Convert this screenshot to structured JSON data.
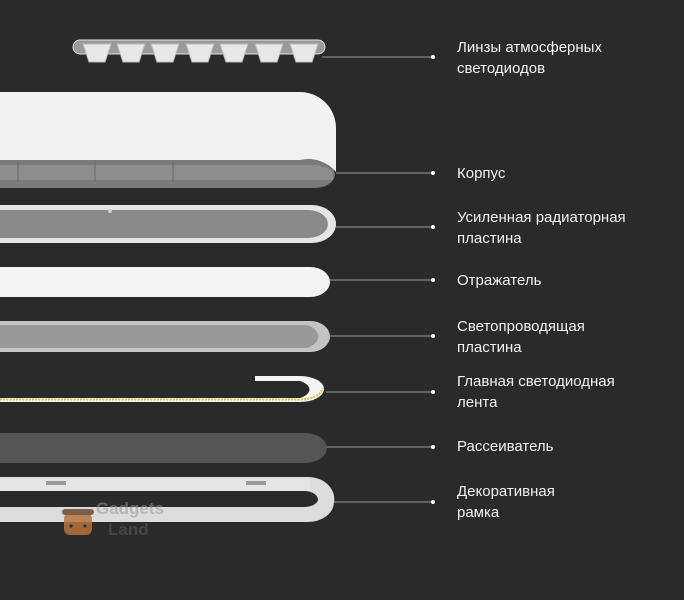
{
  "labels": [
    {
      "line1": "Линзы атмосферных",
      "line2": "светодиодов"
    },
    {
      "line1": "Корпус",
      "line2": ""
    },
    {
      "line1": "Усиленная радиаторная",
      "line2": "пластина"
    },
    {
      "line1": "Отражатель",
      "line2": ""
    },
    {
      "line1": "Светопроводящая",
      "line2": "пластина"
    },
    {
      "line1": "Главная светодиодная",
      "line2": "лента"
    },
    {
      "line1": "Рассеиватель",
      "line2": ""
    },
    {
      "line1": "Декоративная",
      "line2": "рамка"
    }
  ],
  "watermark": {
    "line1": "Gadgets",
    "line2": "Land"
  },
  "colors": {
    "background": "#2a2a2a",
    "led": "#d8c24a",
    "watermark_logo": "#b8733a"
  }
}
